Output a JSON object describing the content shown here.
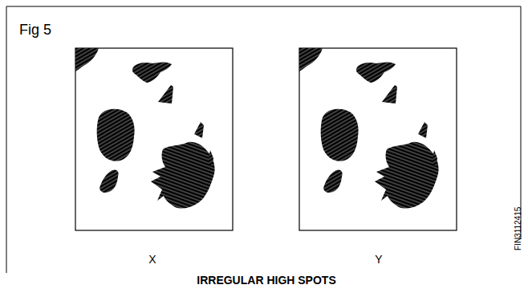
{
  "diagram": {
    "title": "Fig 5",
    "caption": "IRREGULAR HIGH SPOTS",
    "labels": [
      "X",
      "Y",
      "FIN3112415"
    ]
  }
}
